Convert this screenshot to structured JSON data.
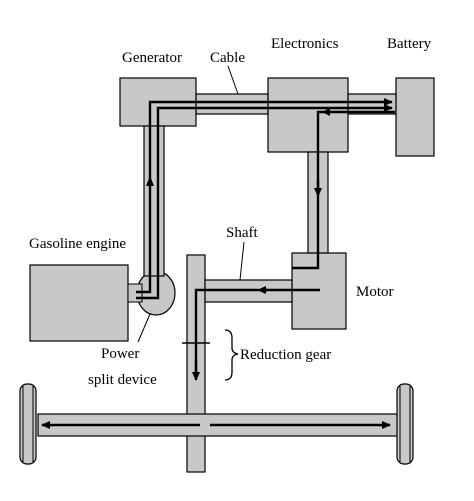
{
  "labels": {
    "generator": "Generator",
    "cable": "Cable",
    "electronics": "Electronics",
    "battery": "Battery",
    "gasoline_engine": "Gasoline engine",
    "shaft": "Shaft",
    "motor": "Motor",
    "power_split_line1": "Power",
    "power_split_line2": "split device",
    "reduction_gear": "Reduction gear"
  },
  "colors": {
    "component_fill": "#c8c8c8",
    "line": "#000000",
    "background": "#ffffff"
  }
}
